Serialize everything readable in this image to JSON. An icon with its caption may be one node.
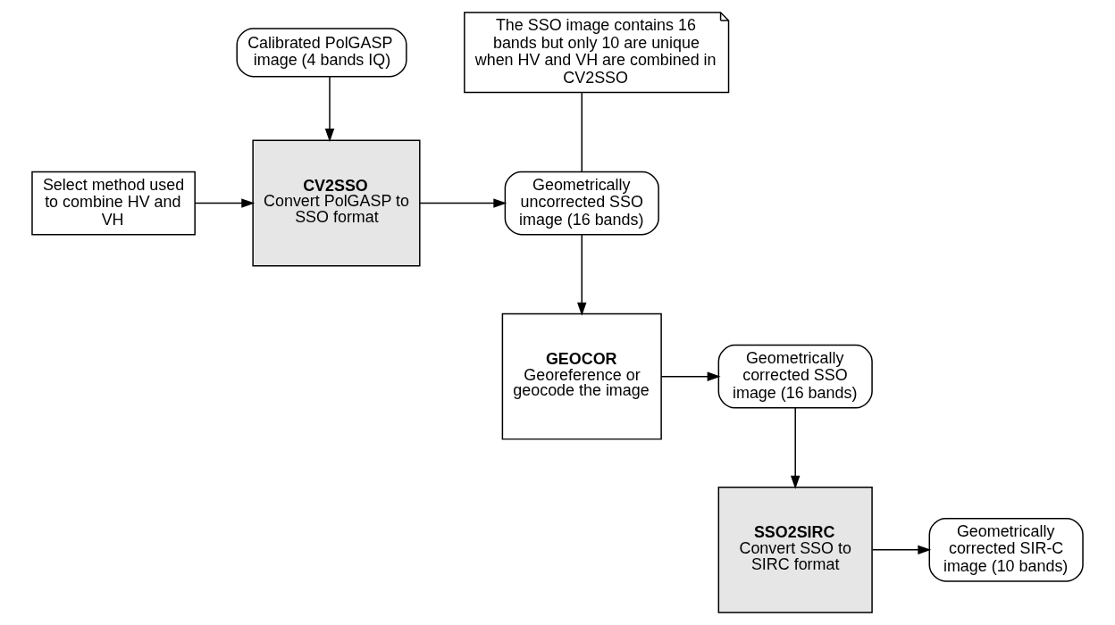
{
  "diagram": {
    "nodes": [
      {
        "text": [
          "Calibrated PolGASP image (4 bands IQ)"
        ]
      },
      {
        "text": [
          "Select method used to combine HV and VH"
        ]
      },
      {
        "text": [
          "CV2SSO",
          "Convert PolGASP to SSO format"
        ]
      },
      {
        "text": [
          "Geometrically uncorrected SSO image (16 bands)"
        ]
      },
      {
        "text": [
          "The SSO image contains 16 bands but only 10 are unique when HV and VH are combined in CV2SSO"
        ]
      },
      {
        "text": [
          "GEOCOR",
          "Georeference or geocode the image"
        ]
      },
      {
        "text": [
          "Geometrically corrected SSO image (16 bands)"
        ]
      },
      {
        "text": [
          "SSO2SIRC",
          "Convert SSO to SIRC format"
        ]
      },
      {
        "text": [
          "Geometrically corrected SIR-C image (10 bands)"
        ]
      }
    ],
    "edges": [
      {
        "from": 0,
        "to": 2,
        "arrow": "to"
      },
      {
        "from": 1,
        "to": 2,
        "arrow": "to"
      },
      {
        "from": 2,
        "to": 3,
        "arrow": "to"
      },
      {
        "from": 4,
        "to": 3,
        "arrow": "none"
      },
      {
        "from": 3,
        "to": 5,
        "arrow": "to"
      },
      {
        "from": 5,
        "to": 6,
        "arrow": "to"
      },
      {
        "from": 6,
        "to": 7,
        "arrow": "to"
      },
      {
        "from": 7,
        "to": 8,
        "arrow": "to"
      }
    ]
  }
}
